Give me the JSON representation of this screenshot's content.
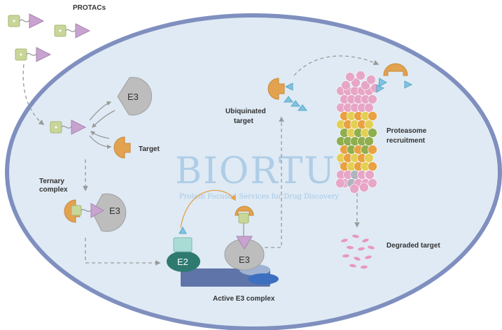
{
  "colors": {
    "cell_fill": "#dfeaf4",
    "cell_border": "#7f8fbf",
    "protac_square": "#c9d69a",
    "protac_triangle": "#c9a3cf",
    "target": "#e2a24f",
    "e3": "#bdbdbd",
    "e2": "#2e7a70",
    "ubiquitin": "#7fc3e0",
    "arrow": "#9a9a9a",
    "degraded": "#e897c0",
    "watermark": "#9fc4e2"
  },
  "labels": {
    "protacs": "PROTACs",
    "e3_top": "E3",
    "target": "Target",
    "ternary_complex": [
      "Ternary",
      "complex"
    ],
    "e3_ternary": "E3",
    "e2": "E2",
    "e3_active": "E3",
    "active_e3_complex": "Active E3 complex",
    "ubiquinated_target": [
      "Ubiquinated",
      "target"
    ],
    "proteasome_recruitment": [
      "Proteasome",
      "recruitment"
    ],
    "degraded_target": "Degraded target"
  },
  "watermark": {
    "brand": "BIORTUS",
    "tagline": "Protein Focused Services for Drug Discovery"
  }
}
